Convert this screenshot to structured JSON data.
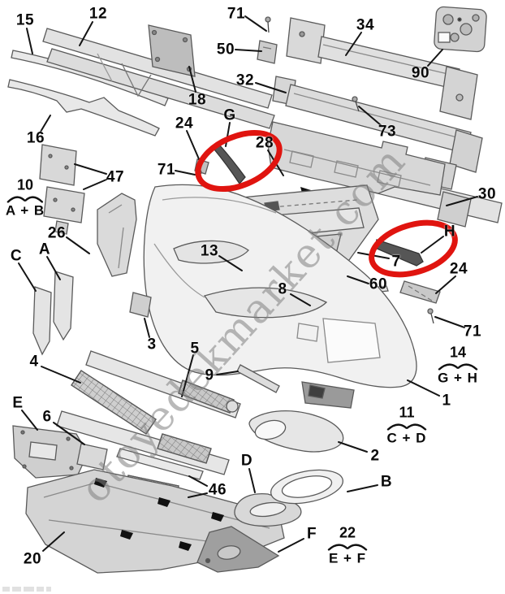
{
  "watermark": {
    "text": "otoyedekmarket.com",
    "color": "#7f7f7f"
  },
  "highlights": {
    "color": "#e0140f",
    "regions": [
      "G",
      "H"
    ]
  },
  "labels": [
    "15",
    "12",
    "71",
    "34",
    "50",
    "90",
    "32",
    "18",
    "G",
    "24",
    "73",
    "16",
    "28",
    "71",
    "47",
    "30",
    "26",
    "A",
    "C",
    "H",
    "13",
    "7",
    "24",
    "60",
    "8",
    "71",
    "3",
    "5",
    "9",
    "4",
    "1",
    "E",
    "6",
    "2",
    "D",
    "B",
    "46",
    "F",
    "20"
  ],
  "groups": [
    {
      "number": "10",
      "letters": "A + B"
    },
    {
      "number": "14",
      "letters": "G + H"
    },
    {
      "number": "11",
      "letters": "C + D"
    },
    {
      "number": "22",
      "letters": "E + F"
    }
  ]
}
